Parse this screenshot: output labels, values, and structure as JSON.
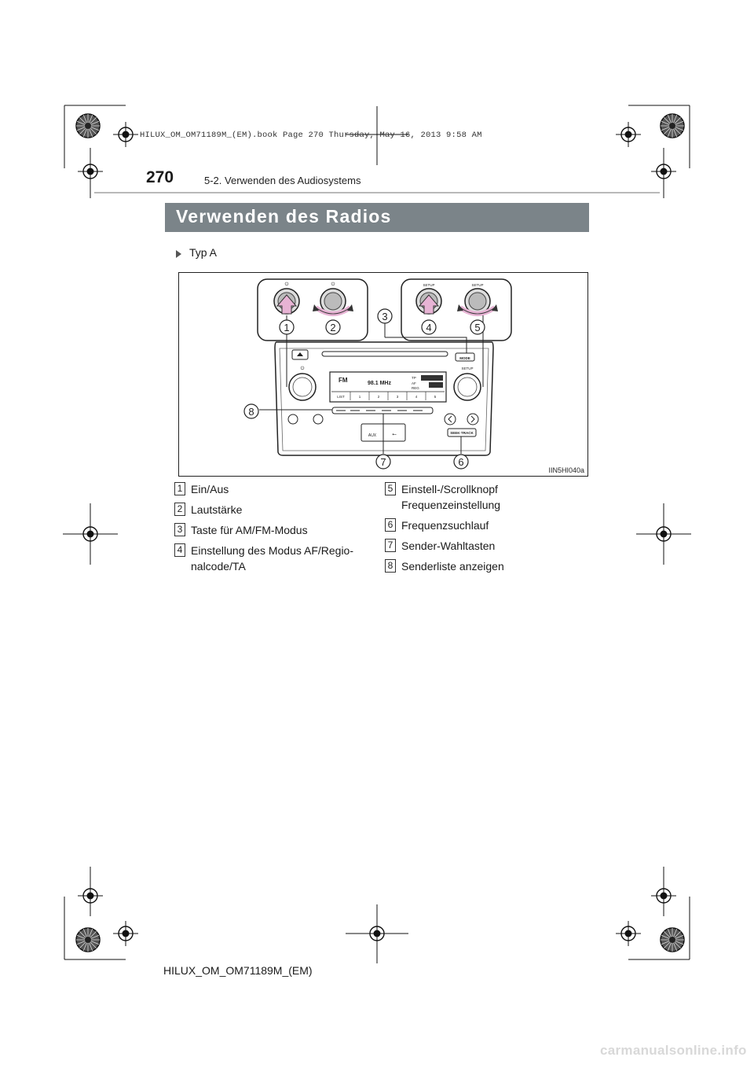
{
  "book_info": "HILUX_OM_OM71189M_(EM).book  Page 270  Thursday, May 16, 2013  9:58 AM",
  "page_number": "270",
  "section": "5-2. Verwenden des Audiosystems",
  "title": "Verwenden des Radios",
  "subtitle": "Typ A",
  "figure": {
    "code": "IIN5HI040a",
    "callouts": [
      "1",
      "2",
      "3",
      "4",
      "5",
      "6",
      "7",
      "8"
    ],
    "labels": {
      "power_symbol": "⏻",
      "setup": "SETUP",
      "mode": "MODE",
      "seek_track": "SEEK·TRACK",
      "aux": "AUX",
      "band": "FM",
      "frequency": "98.1 MHz",
      "list": "LIST",
      "presets": [
        "1",
        "2",
        "3",
        "4",
        "5"
      ],
      "tp": "TP",
      "af": "AF",
      "reg": "REG"
    }
  },
  "items_left": [
    {
      "num": "1",
      "text": "Ein/Aus"
    },
    {
      "num": "2",
      "text": "Lautstärke"
    },
    {
      "num": "3",
      "text": "Taste für AM/FM-Modus"
    },
    {
      "num": "4",
      "text": "Einstellung des Modus AF/Regio-",
      "text2": "nalcode/TA"
    }
  ],
  "items_right": [
    {
      "num": "5",
      "text": "Einstell-/Scrollknopf",
      "text2": "Frequenzeinstellung"
    },
    {
      "num": "6",
      "text": "Frequenzsuchlauf"
    },
    {
      "num": "7",
      "text": "Sender-Wahltasten"
    },
    {
      "num": "8",
      "text": "Senderliste anzeigen"
    }
  ],
  "footer": "HILUX_OM_OM71189M_(EM)",
  "watermark": "carmanualsonline.info"
}
